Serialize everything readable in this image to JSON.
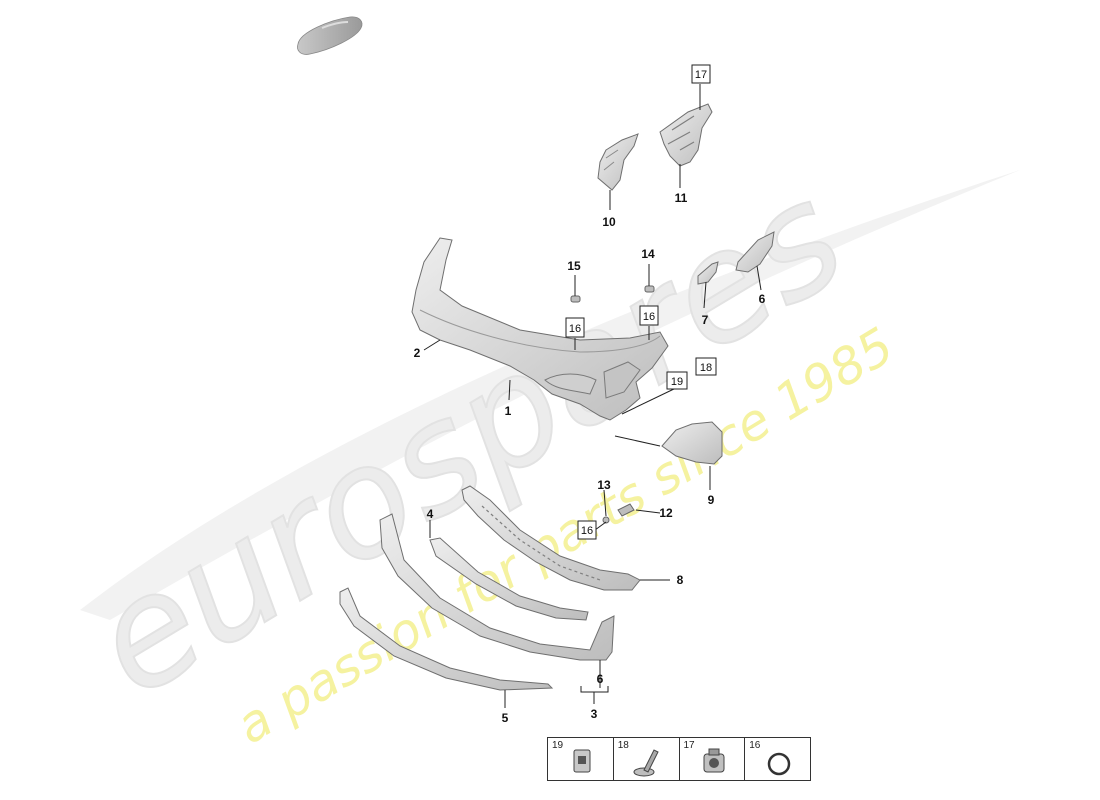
{
  "watermark": {
    "brand": "eurospares",
    "tagline": "a passion for parts since 1985"
  },
  "callouts": {
    "p1": "1",
    "p2": "2",
    "p3": "3",
    "p4": "4",
    "p5": "5",
    "p6a": "6",
    "p6b": "6",
    "p7": "7",
    "p8": "8",
    "p9": "9",
    "p10": "10",
    "p11": "11",
    "p12": "12",
    "p13": "13",
    "p14": "14",
    "p15": "15",
    "b16a": "16",
    "b16b": "16",
    "b16c": "16",
    "b17": "17",
    "b18": "18",
    "b19": "19"
  },
  "legend": [
    {
      "number": "19",
      "icon": "clip-nut-icon"
    },
    {
      "number": "18",
      "icon": "screw-icon"
    },
    {
      "number": "17",
      "icon": "spring-nut-icon"
    },
    {
      "number": "16",
      "icon": "ring-icon"
    }
  ],
  "colors": {
    "part_fill": "#d9d9d9",
    "part_edge": "#6f6f6f",
    "watermark_grey": "#e6e6e6",
    "watermark_yellow": "#f5f2a0"
  }
}
